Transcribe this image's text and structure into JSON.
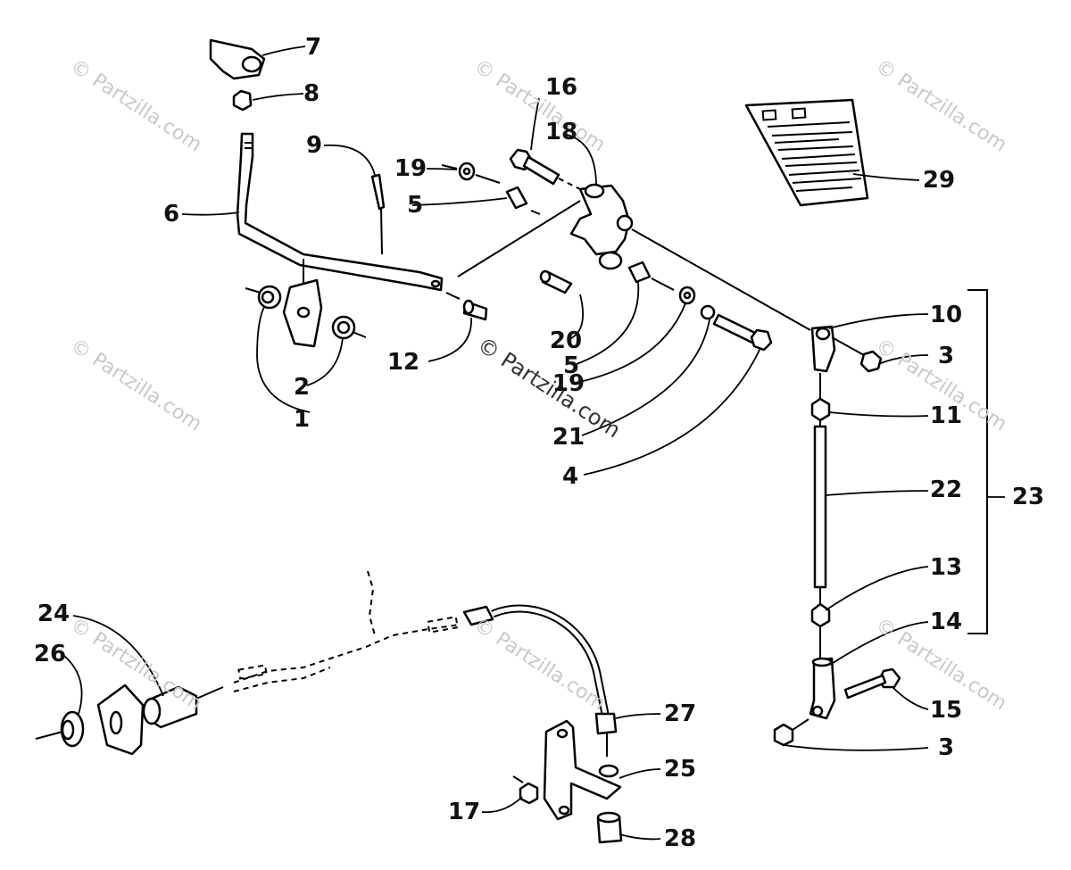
{
  "watermark": {
    "text": "© Partzilla.com"
  },
  "callouts": {
    "c1": "1",
    "c2": "2",
    "c3a": "3",
    "c3b": "3",
    "c4": "4",
    "c5a": "5",
    "c5b": "5",
    "c6": "6",
    "c7": "7",
    "c8": "8",
    "c9": "9",
    "c10": "10",
    "c11": "11",
    "c12": "12",
    "c13": "13",
    "c14": "14",
    "c15": "15",
    "c16": "16",
    "c17": "17",
    "c18": "18",
    "c19a": "19",
    "c19b": "19",
    "c20": "20",
    "c21": "21",
    "c22": "22",
    "c23": "23",
    "c24": "24",
    "c25": "25",
    "c26": "26",
    "c27": "27",
    "c28": "28",
    "c29": "29"
  }
}
